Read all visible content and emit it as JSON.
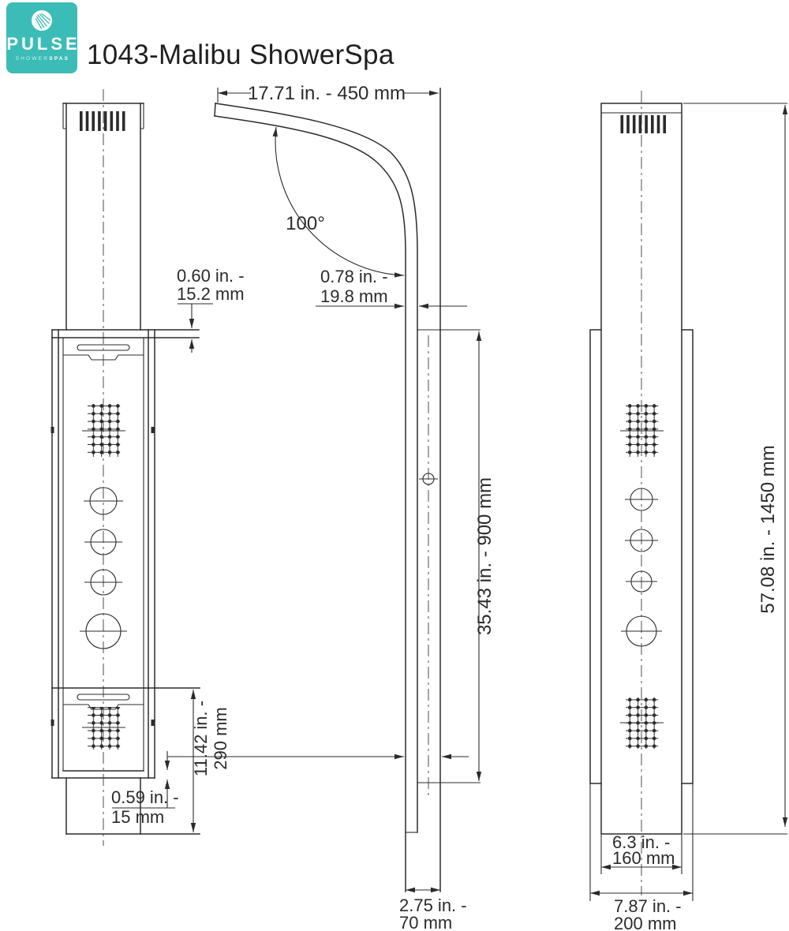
{
  "header": {
    "logo": {
      "brand": "PULSE",
      "sub_light": "SHOWER",
      "sub_bold": "SPAS"
    },
    "title": "1043-Malibu ShowerSpa"
  },
  "dims": {
    "arm_length": "17.71 in. - 450 mm",
    "angle": "100°",
    "arm_dia_l1": "0.78 in. -",
    "arm_dia_l2": "19.8 mm",
    "top_lip_l1": "0.60 in. -",
    "top_lip_l2": "15.2 mm",
    "bot_lip_l1": "0.59 in. -",
    "bot_lip_l2": "15 mm",
    "lower_l1": "11.42 in. -",
    "lower_l2": "290 mm",
    "panel_height": "35.43 in. - 900 mm",
    "overall_height": "57.08 in. - 1450 mm",
    "depth_l1": "2.75 in. -",
    "depth_l2": "70 mm",
    "panel_width_l1": "6.3 in. -",
    "panel_width_l2": "160 mm",
    "overall_width_l1": "7.87 in. -",
    "overall_width_l2": "200 mm"
  },
  "colors": {
    "brand_teal": "#3CBCB6",
    "line": "#2b2b2b"
  }
}
